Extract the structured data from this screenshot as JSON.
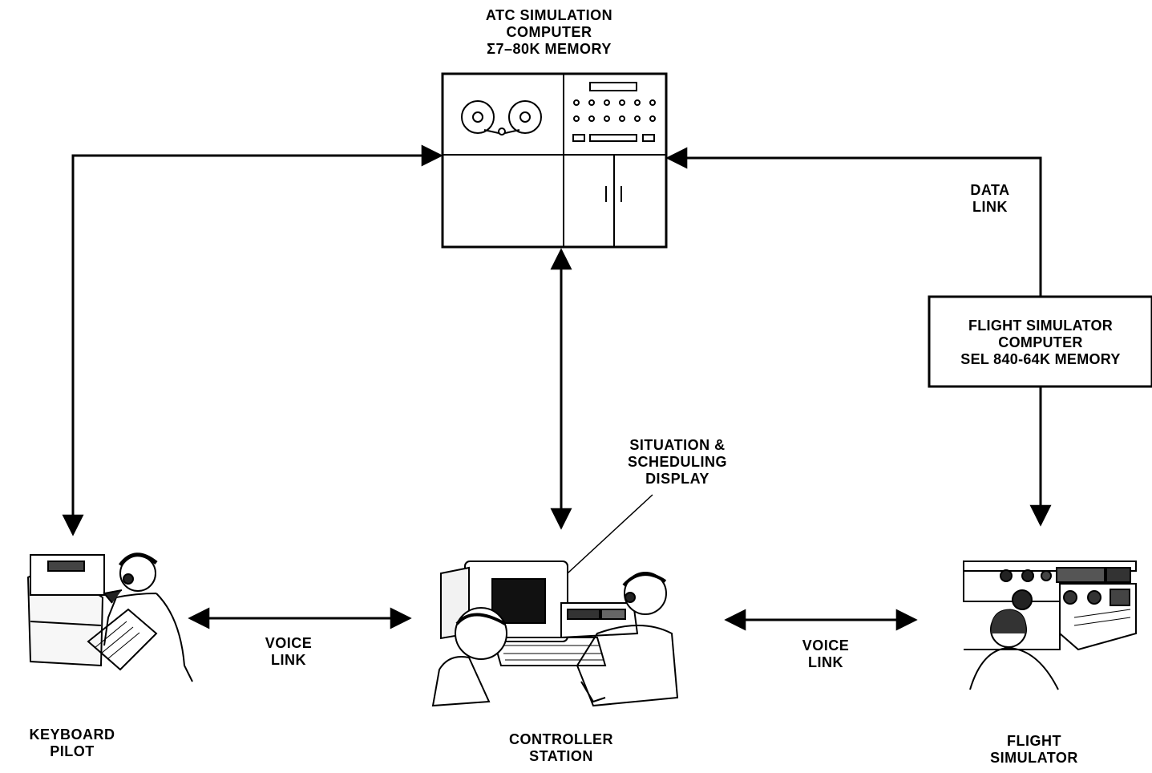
{
  "atc_computer": {
    "lines": [
      "ATC SIMULATION",
      "COMPUTER",
      "Σ7–80K MEMORY"
    ]
  },
  "flight_sim_computer": {
    "lines": [
      "FLIGHT SIMULATOR",
      "COMPUTER",
      "SEL 840-64K MEMORY"
    ]
  },
  "data_link": {
    "lines": [
      "DATA",
      "LINK"
    ]
  },
  "situation_display": {
    "lines": [
      "SITUATION &",
      "SCHEDULING",
      "DISPLAY"
    ]
  },
  "voice_link_left": {
    "lines": [
      "VOICE",
      "LINK"
    ]
  },
  "voice_link_right": {
    "lines": [
      "VOICE",
      "LINK"
    ]
  },
  "keyboard_pilot": {
    "lines": [
      "KEYBOARD",
      "PILOT"
    ]
  },
  "controller_station": {
    "lines": [
      "CONTROLLER",
      "STATION"
    ]
  },
  "flight_simulator": {
    "lines": [
      "FLIGHT",
      "SIMULATOR"
    ]
  }
}
